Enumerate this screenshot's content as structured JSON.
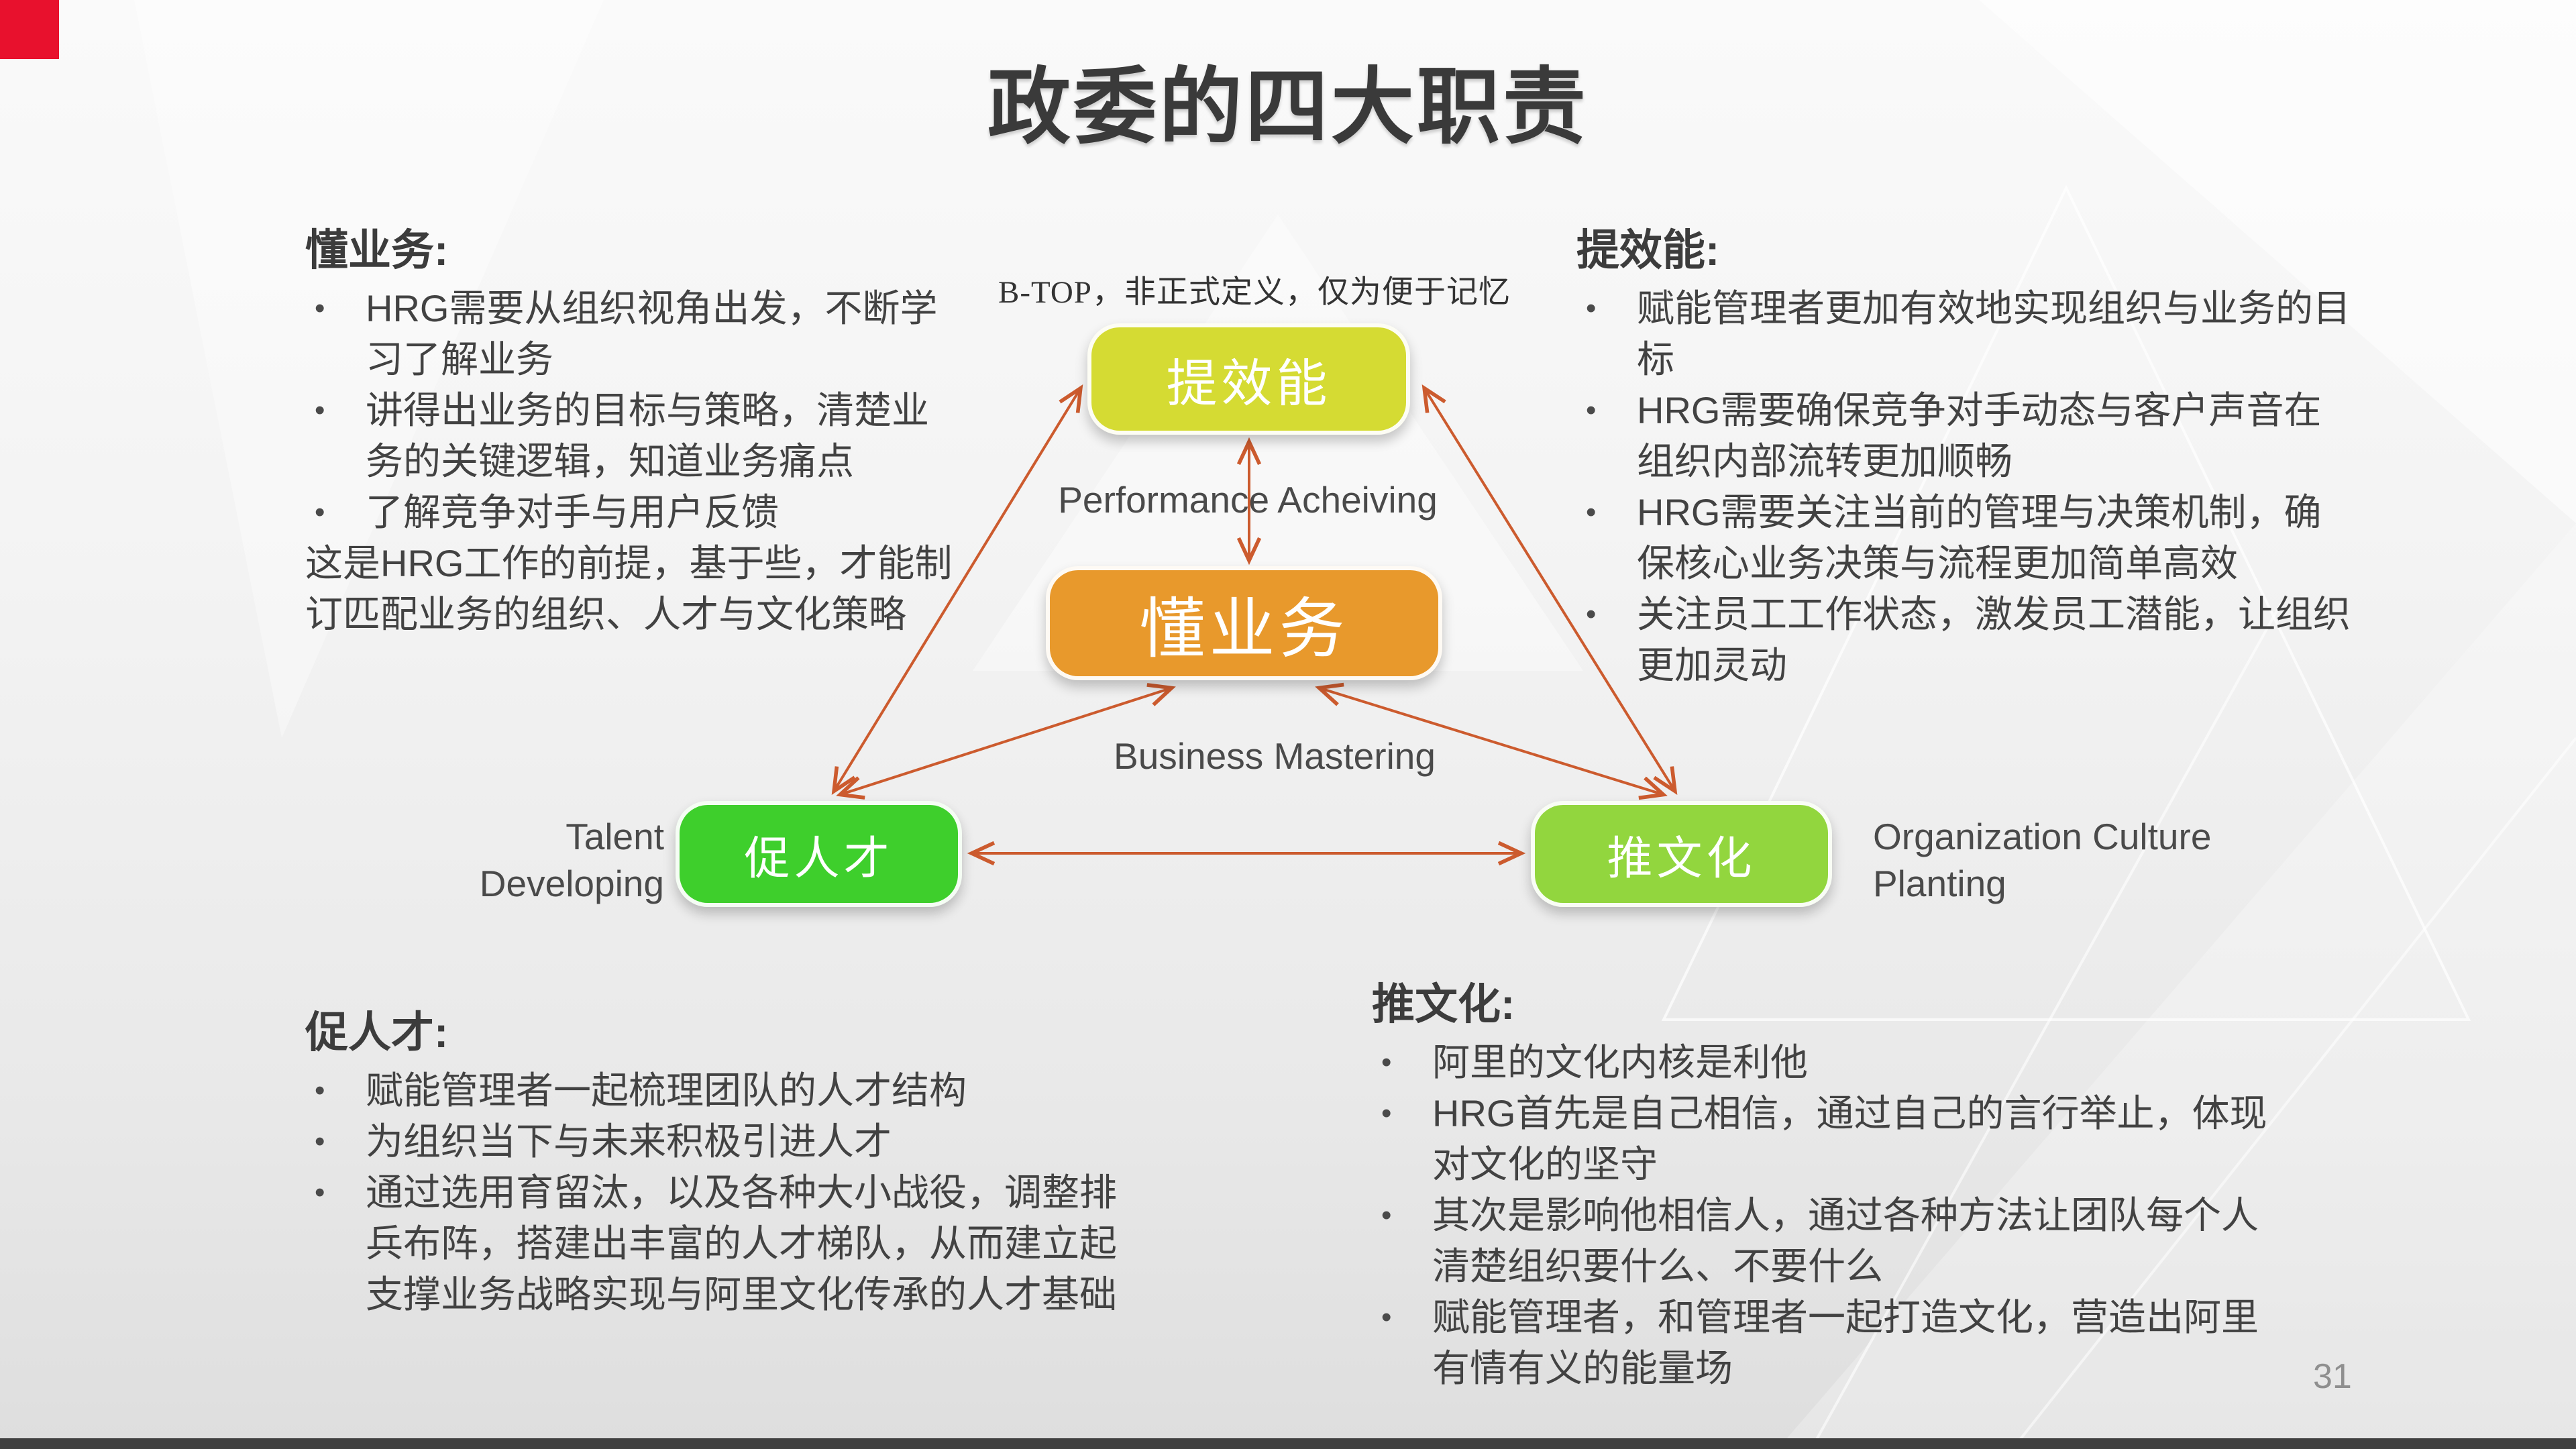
{
  "slide": {
    "title": "政委的四大职责",
    "note": "B-TOP，非正式定义，仅为便于记忆",
    "page_number": "31"
  },
  "sections": {
    "understand_business": {
      "heading": "懂业务:",
      "bullets": [
        "HRG需要从组织视角出发，不断学习了解业务",
        "讲得出业务的目标与策略，清楚业务的关键逻辑，知道业务痛点",
        "了解竞争对手与用户反馈"
      ],
      "footer": "这是HRG工作的前提，基于些，才能制订匹配业务的组织、人才与文化策略"
    },
    "improve_efficiency": {
      "heading": "提效能:",
      "bullets": [
        "赋能管理者更加有效地实现组织与业务的目标",
        "HRG需要确保竞争对手动态与客户声音在组织内部流转更加顺畅",
        "HRG需要关注当前的管理与决策机制，确保核心业务决策与流程更加简单高效",
        "关注员工工作状态，激发员工潜能，让组织更加灵动"
      ]
    },
    "promote_talent": {
      "heading": "促人才:",
      "bullets": [
        "赋能管理者一起梳理团队的人才结构",
        "为组织当下与未来积极引进人才",
        "通过选用育留汰，以及各种大小战役，调整排兵布阵，搭建出丰富的人才梯队，从而建立起支撑业务战略实现与阿里文化传承的人才基础"
      ]
    },
    "push_culture": {
      "heading": "推文化:",
      "bullets": [
        "阿里的文化内核是利他",
        "HRG首先是自己相信，通过自己的言行举止，体现对文化的坚守",
        "其次是影响他相信人，通过各种方法让团队每个人清楚组织要什么、不要什么",
        "赋能管理者，和管理者一起打造文化，营造出阿里有情有义的能量场"
      ]
    }
  },
  "diagram": {
    "nodes": {
      "efficiency": {
        "label": "提效能",
        "color": "#d5db33"
      },
      "business": {
        "label": "懂业务",
        "color": "#e8992c"
      },
      "talent": {
        "label": "促人才",
        "color": "#3ecf2c"
      },
      "culture": {
        "label": "推文化",
        "color": "#92d63e"
      }
    },
    "edge_labels": {
      "performance": "Performance Acheiving",
      "business": "Business Mastering",
      "talent": "Talent Developing",
      "culture": "Organization Culture Planting"
    },
    "arrow_color": "#cc5b2e"
  }
}
